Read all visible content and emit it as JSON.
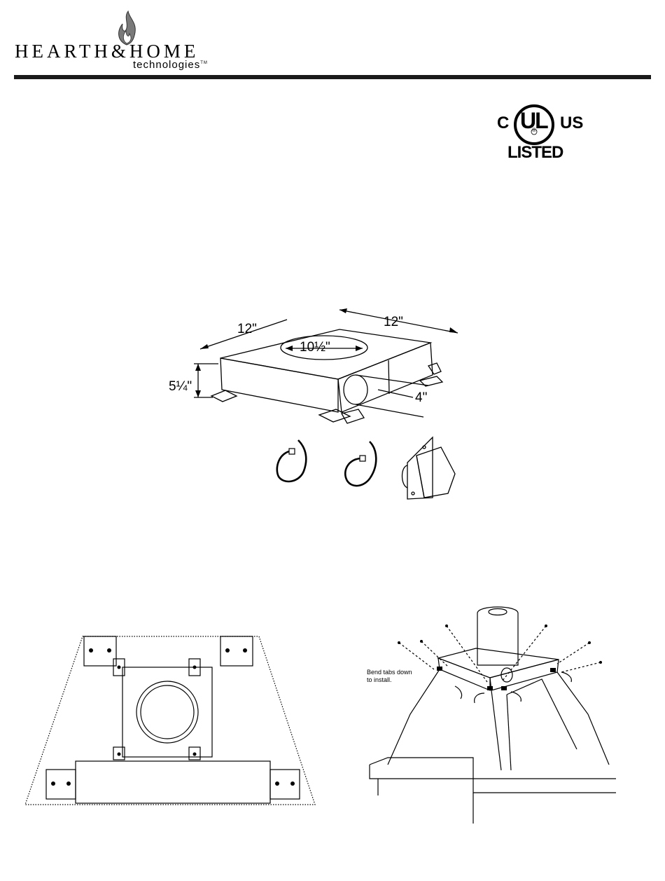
{
  "header": {
    "brand_name": "HEARTH&HOME",
    "brand_sub": "technologies",
    "trademark": "TM"
  },
  "certification": {
    "left_mark": "C",
    "center_mark": "UL",
    "registered": "®",
    "right_mark": "US",
    "listed_label": "LISTED"
  },
  "box_diagram": {
    "dim_length": "12\"",
    "dim_width": "12\"",
    "dim_opening": "10½\"",
    "dim_height": "5¼\"",
    "dim_outlet": "4\""
  },
  "install_diagram": {
    "note": [
      "Bend tabs down",
      "to install."
    ]
  },
  "colors": {
    "ink": "#000000",
    "rule": "#1a1a1a",
    "paper": "#ffffff"
  }
}
